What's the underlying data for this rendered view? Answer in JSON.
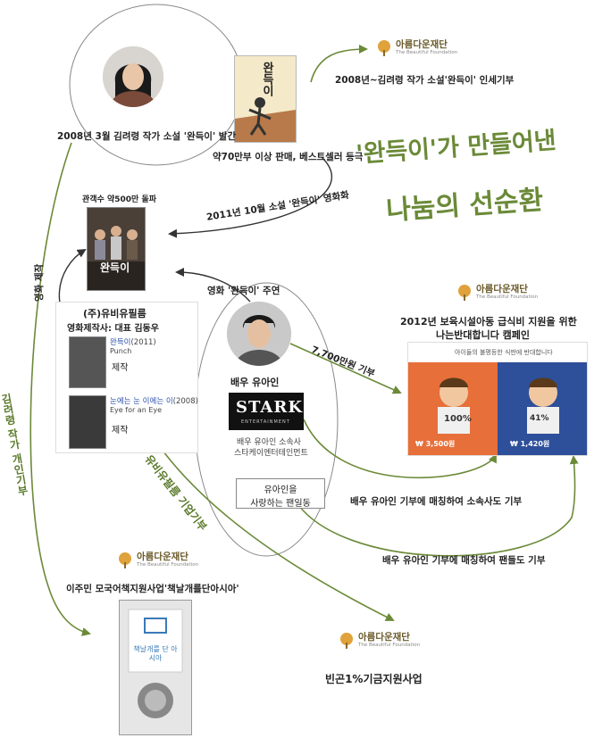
{
  "colors": {
    "arrow": "#6b8a38",
    "line": "#444444",
    "orange": "#e76f3a",
    "blue": "#3a5fae",
    "logo": "#e0a23a"
  },
  "title": {
    "line1": "'완득이'가 만들어낸",
    "line2": "나눔의 선순환"
  },
  "foundation": {
    "ko": "아름다운재단",
    "en": "The Beautiful Foundation"
  },
  "book": {
    "cover_title": "완득이",
    "caption": "2008년 3월 김려령 작가 소설 '완득이' 발간",
    "sales": "약70만부 이상 판매, 베스트셀러 등극"
  },
  "royalty": "2008년~김려령 작가 소설'완득이' 인세기부",
  "movie": {
    "audience": "관객수 약500만 돌파",
    "poster_title": "완득이",
    "adapt": "2011년 10월 소설 '완득이' 영화화",
    "make": "영화 제작",
    "star": "영화 '완득이' 주연"
  },
  "producer": {
    "title": "(주)유비유필름",
    "ceo": "영화제작사: 대표 김동우",
    "films": [
      {
        "name": "완득이",
        "year": "(2011)",
        "en": "Punch",
        "role": "제작"
      },
      {
        "name": "눈에는 눈 이에는 이",
        "year": "(2008)",
        "en": "Eye for an Eye",
        "role": "제작"
      }
    ]
  },
  "actor": {
    "name": "배우 유아인",
    "agency_logo": "STARK",
    "agency_sub": "ENTERTAINMENT",
    "agency_line1": "배우 유아인 소속사",
    "agency_line2": "스타케이엔터테인먼트",
    "fanclub_line1": "유아인을",
    "fanclub_line2": "사랑하는 팬일동"
  },
  "campaign": {
    "title_line1": "2012년 보육시설아동 급식비 지원을 위한",
    "title_line2": "나는반대합니다 캠페인",
    "donation": "7,700만원 기부",
    "banner_text": "아이들의 불평등한 식판에 반대합니다",
    "left_price": "₩ 3,500원",
    "left_pct": "100%",
    "right_price": "₩ 1,420원",
    "right_pct": "41%"
  },
  "match1": "배우 유아인 기부에 매칭하여 소속사도 기부",
  "match2": "배우 유아인 기부에 매칭하여 팬들도 기부",
  "author_gift": "김려령 작가 개인기부",
  "corp_gift": "유비유필름 기업기부",
  "library": {
    "caption": "이주민 모국어책지원사업'책날개를단아시아'",
    "book_text": "책날개를 단 아시아"
  },
  "fund": "빈곤1%기금지원사업"
}
